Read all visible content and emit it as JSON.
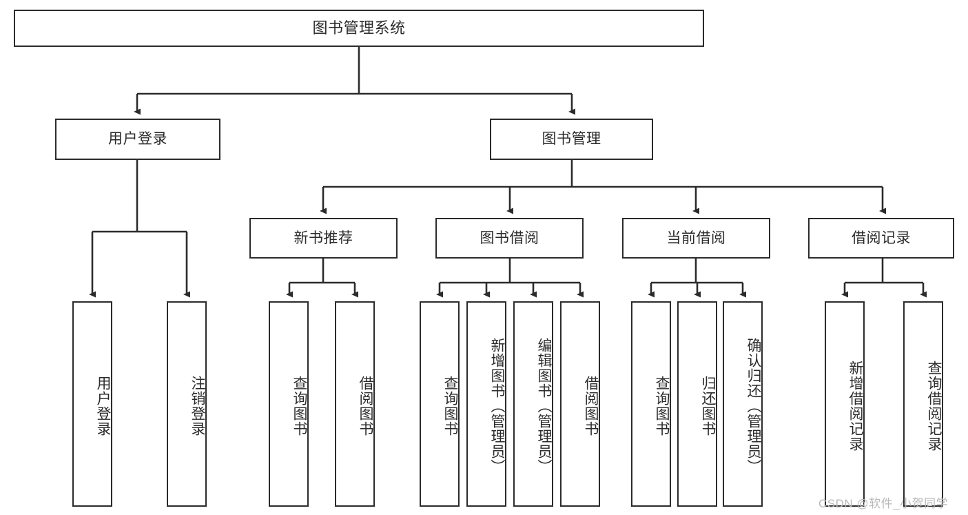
{
  "diagram": {
    "title": "图书管理系统",
    "type": "tree-hierarchy-chart",
    "line_color": "#2b2b2b",
    "box_fill": "#ffffff",
    "watermark": "CSDN @软件_小贺同学",
    "nodes": {
      "root": {
        "label": "图书管理系统"
      },
      "level1": [
        {
          "label": "用户登录"
        },
        {
          "label": "图书管理"
        }
      ],
      "level2": [
        {
          "label": "新书推荐"
        },
        {
          "label": "图书借阅"
        },
        {
          "label": "当前借阅"
        },
        {
          "label": "借阅记录"
        }
      ],
      "leaves_user_login": [
        {
          "label": "用户登录"
        },
        {
          "label": "注销登录"
        }
      ],
      "leaves_new_book": [
        {
          "label": "查询图书"
        },
        {
          "label": "借阅图书"
        }
      ],
      "leaves_borrow": [
        {
          "label": "查询图书"
        },
        {
          "label": "新增图书（管理员）"
        },
        {
          "label": "编辑图书（管理员）"
        },
        {
          "label": "借阅图书"
        }
      ],
      "leaves_current": [
        {
          "label": "查询图书"
        },
        {
          "label": "归还图书"
        },
        {
          "label": "确认归还（管理员）"
        }
      ],
      "leaves_records": [
        {
          "label": "新增借阅记录"
        },
        {
          "label": "查询借阅记录"
        }
      ]
    }
  }
}
